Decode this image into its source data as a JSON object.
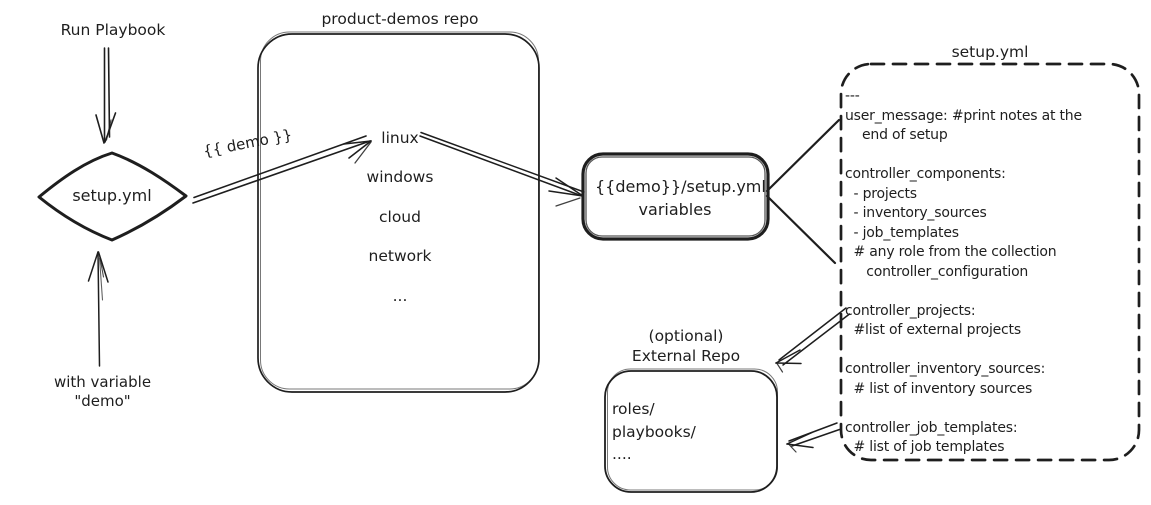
{
  "colors": {
    "ink": "#1e1e1e",
    "background": "#ffffff"
  },
  "left_flow": {
    "run_playbook_label": "Run Playbook",
    "diamond_label": "setup.yml",
    "with_variable_line1": "with variable",
    "with_variable_line2": "\"demo\""
  },
  "demo_arrow_label": "{{ demo }}",
  "repo": {
    "title": "product-demos repo",
    "items": [
      "linux",
      "windows",
      "cloud",
      "network",
      "..."
    ]
  },
  "variables_box": {
    "line1": "{{demo}}/setup.yml",
    "line2": "variables"
  },
  "setup_yml": {
    "title": "setup.yml",
    "lines": [
      "---",
      "user_message: #print notes at the",
      "    end of setup",
      "",
      "controller_components:",
      "  - projects",
      "  - inventory_sources",
      "  - job_templates",
      "  # any role from the collection",
      "     controller_configuration",
      "",
      "controller_projects:",
      "  #list of external projects",
      "",
      "controller_inventory_sources:",
      "  # list of inventory sources",
      "",
      "controller_job_templates:",
      "  # list of job templates"
    ]
  },
  "external_repo": {
    "label_line1": "(optional)",
    "label_line2": "External Repo",
    "lines": [
      "roles/",
      "playbooks/",
      "...."
    ]
  }
}
